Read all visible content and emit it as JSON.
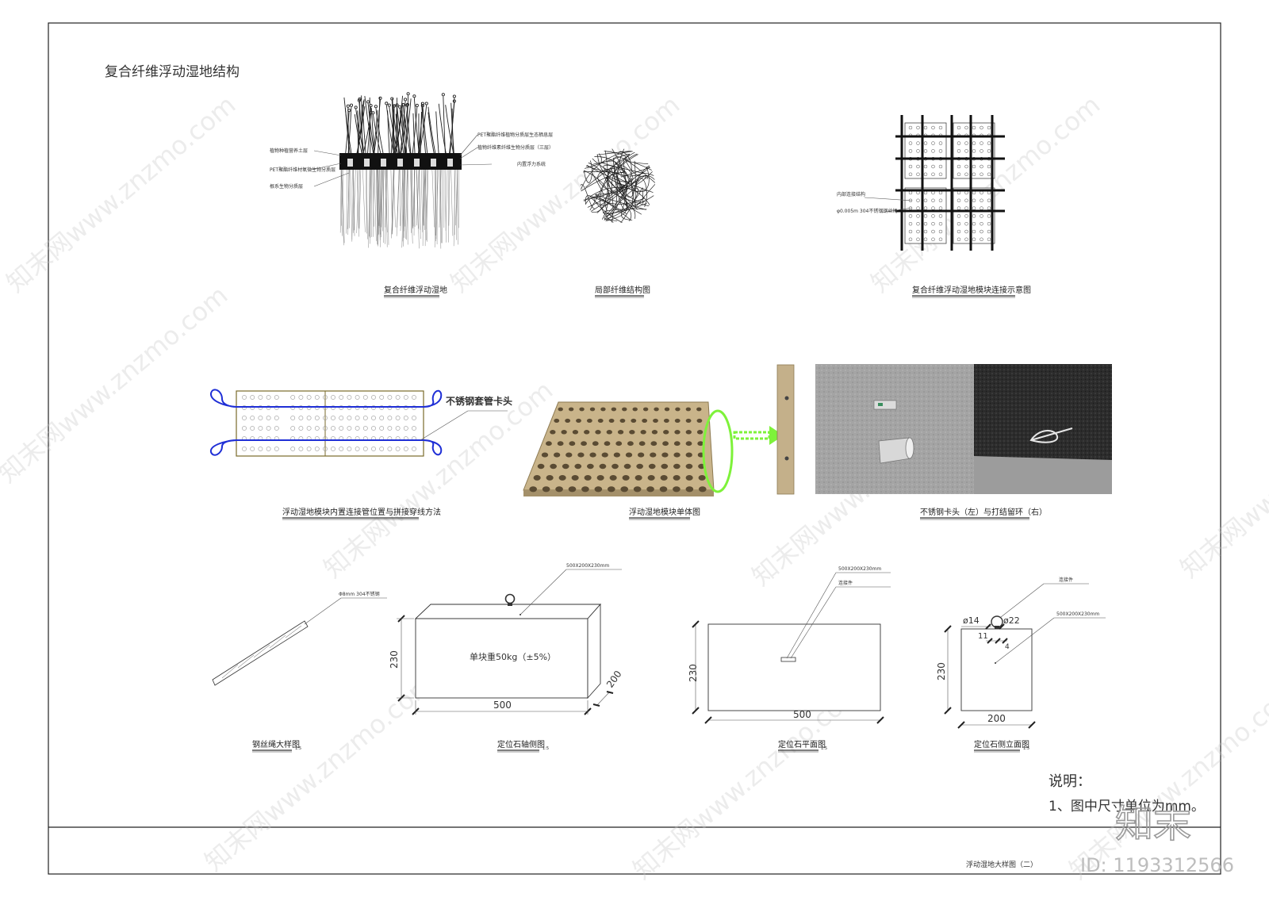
{
  "sheet": {
    "title": "复合纤维浮动湿地结构",
    "footer_title": "浮动湿地大样图（二）"
  },
  "top_row": {
    "wetland_section": {
      "caption": "复合纤维浮动湿地",
      "labels_left": [
        "植物种植营养土层",
        "PET聚酯纤维材氧微生物分质层",
        "根系生物分质层"
      ],
      "labels_right": [
        "PET聚酯纤维植物分质层生态栖息层",
        "植物纤维素纤维生物分质层（三层）",
        "内置浮力系统"
      ]
    },
    "fiber_detail": {
      "caption": "局部纤维结构图"
    },
    "module_connection": {
      "caption": "复合纤维浮动湿地模块连接示意图",
      "labels": [
        "内部连接结构",
        "φ0.005m 304不锈钢钢丝绳"
      ]
    }
  },
  "middle_row": {
    "threading": {
      "caption": "浮动湿地模块内置连接管位置与拼接穿线方法",
      "label": "不锈钢套管卡头"
    },
    "module_unit": {
      "caption": "浮动湿地模块单体图"
    },
    "photos": {
      "caption": "不锈钢卡头（左）与打结留环（右）"
    }
  },
  "bottom_row": {
    "wire_rope": {
      "caption": "钢丝绳大样图",
      "scale": "1:5",
      "label": "Φ8mm  304不锈钢"
    },
    "stone_axon": {
      "caption": "定位石轴侧图",
      "scale": "1:5",
      "size_label": "500X200X230mm",
      "weight_label": "单块重50kg（±5%）",
      "dim_width": "500",
      "dim_height": "230",
      "dim_depth": "200"
    },
    "stone_plan": {
      "caption": "定位石平面图",
      "scale": "1:5",
      "size_label": "500X200X230mm",
      "connector_label": "连接件",
      "dim_width": "500",
      "dim_height": "230"
    },
    "stone_side": {
      "caption": "定位石侧立面图",
      "scale": "1:5",
      "connector_label": "连接件",
      "size_label": "500X200X230mm",
      "dim_d14": "ø14",
      "dim_d22": "ø22",
      "dim_11": "11",
      "dim_4": "4",
      "dim_width": "200",
      "dim_height": "230"
    }
  },
  "notes": {
    "title": "说明：",
    "item1": "1、图中尺寸单位为mm。"
  },
  "watermark": {
    "text": "知末网www.znzmo.com",
    "logo": "知末",
    "id": "ID: 1193312566"
  },
  "colors": {
    "rope_blue": "#1f2fd6",
    "highlight_green": "#7ef23a",
    "module_tan": "#c9b48a"
  }
}
